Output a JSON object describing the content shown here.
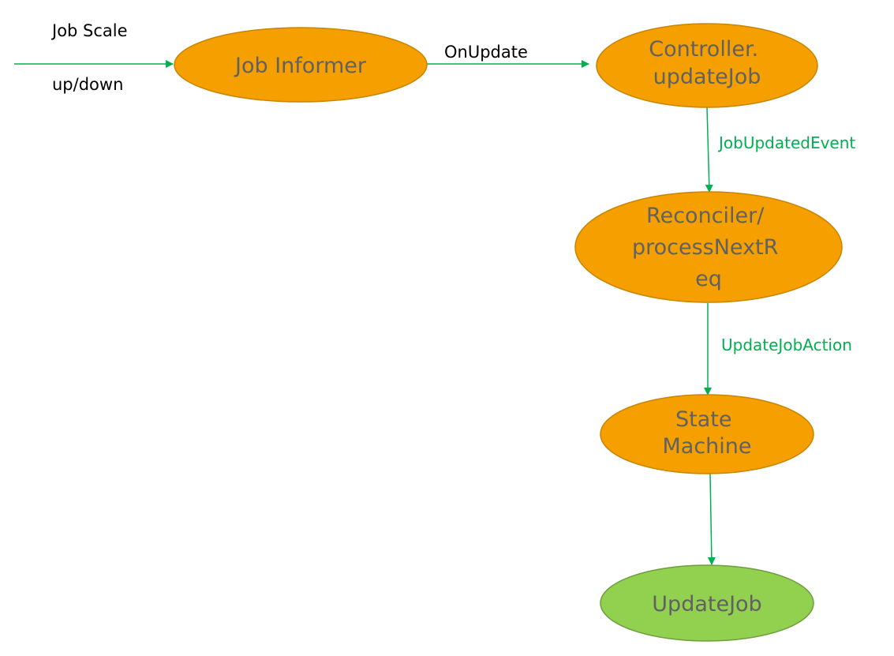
{
  "colors": {
    "node_fill": "#f5a000",
    "node_stroke": "#c98400",
    "terminal_fill": "#92d050",
    "terminal_stroke": "#6e9e3b",
    "edge": "#00b050",
    "node_text": "#616161"
  },
  "nodes": {
    "job_informer": {
      "lines": [
        "Job Informer"
      ]
    },
    "controller_update_job": {
      "lines": [
        "Controller.",
        "updateJob"
      ]
    },
    "reconciler": {
      "lines": [
        "Reconciler/",
        "processNextR",
        "eq"
      ]
    },
    "state_machine": {
      "lines": [
        "State",
        "Machine"
      ]
    },
    "update_job": {
      "lines": [
        "UpdateJob"
      ]
    }
  },
  "edges": {
    "input": {
      "label_top": "Job Scale",
      "label_bottom": "up/down"
    },
    "on_update": {
      "label": "OnUpdate"
    },
    "job_updated_event": {
      "label": "JobUpdatedEvent"
    },
    "update_job_action": {
      "label": "UpdateJobAction"
    },
    "to_update_job": {
      "label": ""
    }
  }
}
